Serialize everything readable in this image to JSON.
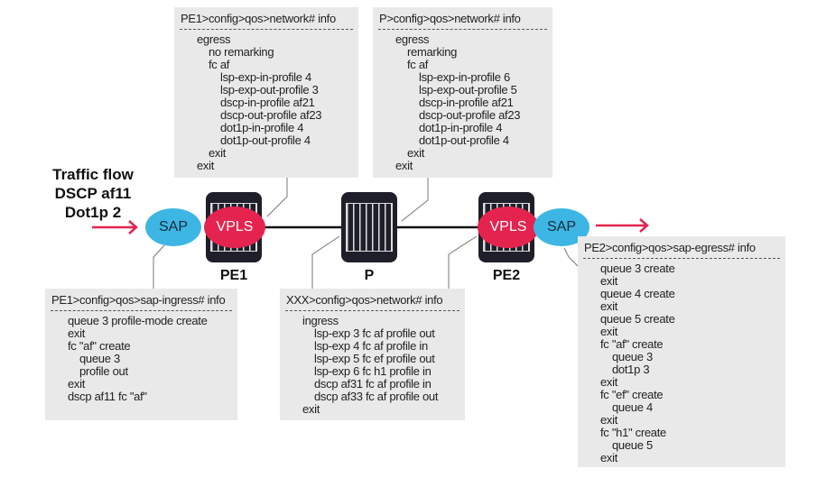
{
  "traffic_flow": [
    "Traffic flow",
    "DSCP af11",
    "Dot1p 2"
  ],
  "nodes": {
    "pe1": "PE1",
    "p": "P",
    "pe2": "PE2",
    "sap": "SAP",
    "vpls": "VPLS"
  },
  "colors": {
    "sap": "#3db6e4",
    "vpls": "#e4244f",
    "arrow": "#e4244f",
    "box": "#e9e9ea"
  },
  "boxes": [
    {
      "id": "pe1-network",
      "title": "PE1>config>qos>network# info",
      "lines": [
        {
          "level": 1,
          "text": "egress"
        },
        {
          "level": 2,
          "text": "no remarking"
        },
        {
          "level": 2,
          "text": "fc af"
        },
        {
          "level": 3,
          "text": "lsp-exp-in-profile 4"
        },
        {
          "level": 3,
          "text": "lsp-exp-out-profile 3"
        },
        {
          "level": 3,
          "text": "dscp-in-profile af21"
        },
        {
          "level": 3,
          "text": "dscp-out-profile af23"
        },
        {
          "level": 3,
          "text": "dot1p-in-profile 4"
        },
        {
          "level": 3,
          "text": "dot1p-out-profile 4"
        },
        {
          "level": 2,
          "text": "exit"
        },
        {
          "level": 1,
          "text": "exit"
        }
      ]
    },
    {
      "id": "p-network",
      "title": "P>config>qos>network# info",
      "lines": [
        {
          "level": 1,
          "text": "egress"
        },
        {
          "level": 2,
          "text": "remarking"
        },
        {
          "level": 2,
          "text": "fc af"
        },
        {
          "level": 3,
          "text": "lsp-exp-in-profile 6"
        },
        {
          "level": 3,
          "text": "lsp-exp-out-profile 5"
        },
        {
          "level": 3,
          "text": "dscp-in-profile af21"
        },
        {
          "level": 3,
          "text": "dscp-out-profile af23"
        },
        {
          "level": 3,
          "text": "dot1p-in-profile 4"
        },
        {
          "level": 3,
          "text": "dot1p-out-profile 4"
        },
        {
          "level": 2,
          "text": "exit"
        },
        {
          "level": 1,
          "text": "exit"
        }
      ]
    },
    {
      "id": "pe1-sap-ingress",
      "title": "PE1>config>qos>sap-ingress# info",
      "lines": [
        {
          "level": 1,
          "text": "queue 3 profile-mode create"
        },
        {
          "level": 1,
          "text": "exit"
        },
        {
          "level": 1,
          "text": "fc \"af\" create"
        },
        {
          "level": 2,
          "text": "queue 3"
        },
        {
          "level": 2,
          "text": "profile out"
        },
        {
          "level": 1,
          "text": "exit"
        },
        {
          "level": 1,
          "text": "dscp af11 fc \"af\""
        }
      ]
    },
    {
      "id": "xxx-network",
      "title": "XXX>config>qos>network# info",
      "lines": [
        {
          "level": 1,
          "text": "ingress"
        },
        {
          "level": 2,
          "text": "lsp-exp 3 fc af profile out"
        },
        {
          "level": 2,
          "text": "lsp-exp 4 fc af profile in"
        },
        {
          "level": 2,
          "text": "lsp-exp 5 fc ef profile out"
        },
        {
          "level": 2,
          "text": "lsp-exp 6 fc h1 profile in"
        },
        {
          "level": 2,
          "text": "dscp af31 fc af profile in"
        },
        {
          "level": 2,
          "text": "dscp af33 fc af profile out"
        },
        {
          "level": 1,
          "text": "exit"
        }
      ]
    },
    {
      "id": "pe2-sap-egress",
      "title": "PE2>config>qos>sap-egress# info",
      "lines": [
        {
          "level": 1,
          "text": "queue 3 create"
        },
        {
          "level": 1,
          "text": "exit"
        },
        {
          "level": 1,
          "text": "queue 4 create"
        },
        {
          "level": 1,
          "text": "exit"
        },
        {
          "level": 1,
          "text": "queue 5 create"
        },
        {
          "level": 1,
          "text": "exit"
        },
        {
          "level": 1,
          "text": "fc \"af\" create"
        },
        {
          "level": 2,
          "text": "queue 3"
        },
        {
          "level": 2,
          "text": "dot1p 3"
        },
        {
          "level": 1,
          "text": "exit"
        },
        {
          "level": 1,
          "text": "fc \"ef\" create"
        },
        {
          "level": 2,
          "text": "queue 4"
        },
        {
          "level": 1,
          "text": "exit"
        },
        {
          "level": 1,
          "text": "fc \"h1\" create"
        },
        {
          "level": 2,
          "text": "queue 5"
        },
        {
          "level": 1,
          "text": "exit"
        }
      ]
    }
  ]
}
